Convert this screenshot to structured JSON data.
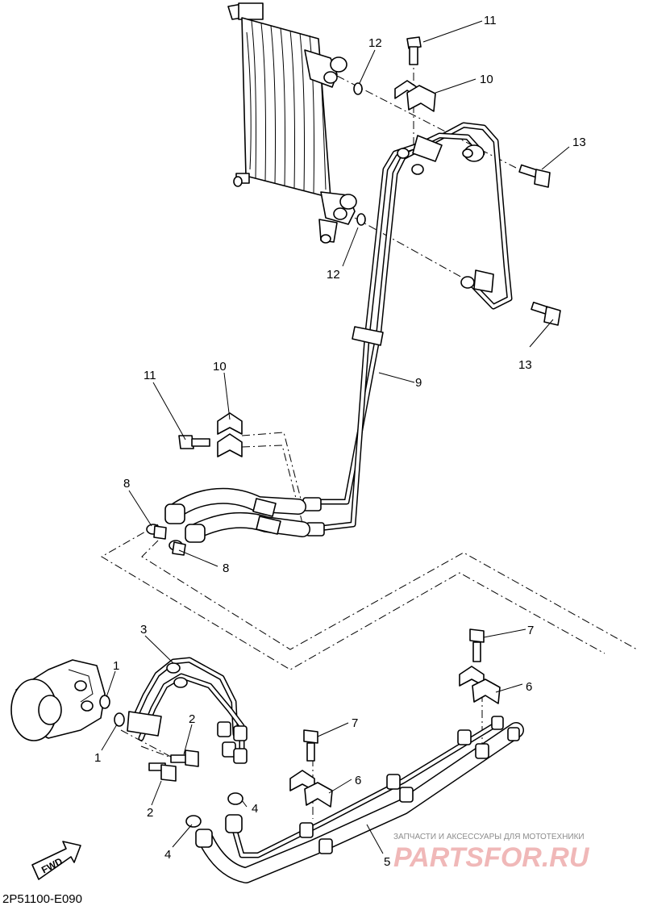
{
  "diagram_code": "2P51100-E090",
  "fwd_label": "FWD",
  "watermark": {
    "line1": "ЗАПЧАСТИ И АКСЕССУАРЫ ДЛЯ МОТОТЕХНИКИ",
    "line2": "PARTSFOR.RU"
  },
  "callouts": {
    "c1a": "1",
    "c1b": "1",
    "c2a": "2",
    "c2b": "2",
    "c3": "3",
    "c4a": "4",
    "c4b": "4",
    "c5": "5",
    "c6a": "6",
    "c6b": "6",
    "c7a": "7",
    "c7b": "7",
    "c8a": "8",
    "c8b": "8",
    "c9": "9",
    "c10a": "10",
    "c10b": "10",
    "c11a": "11",
    "c11b": "11",
    "c12a": "12",
    "c12b": "12",
    "c13a": "13",
    "c13b": "13"
  }
}
